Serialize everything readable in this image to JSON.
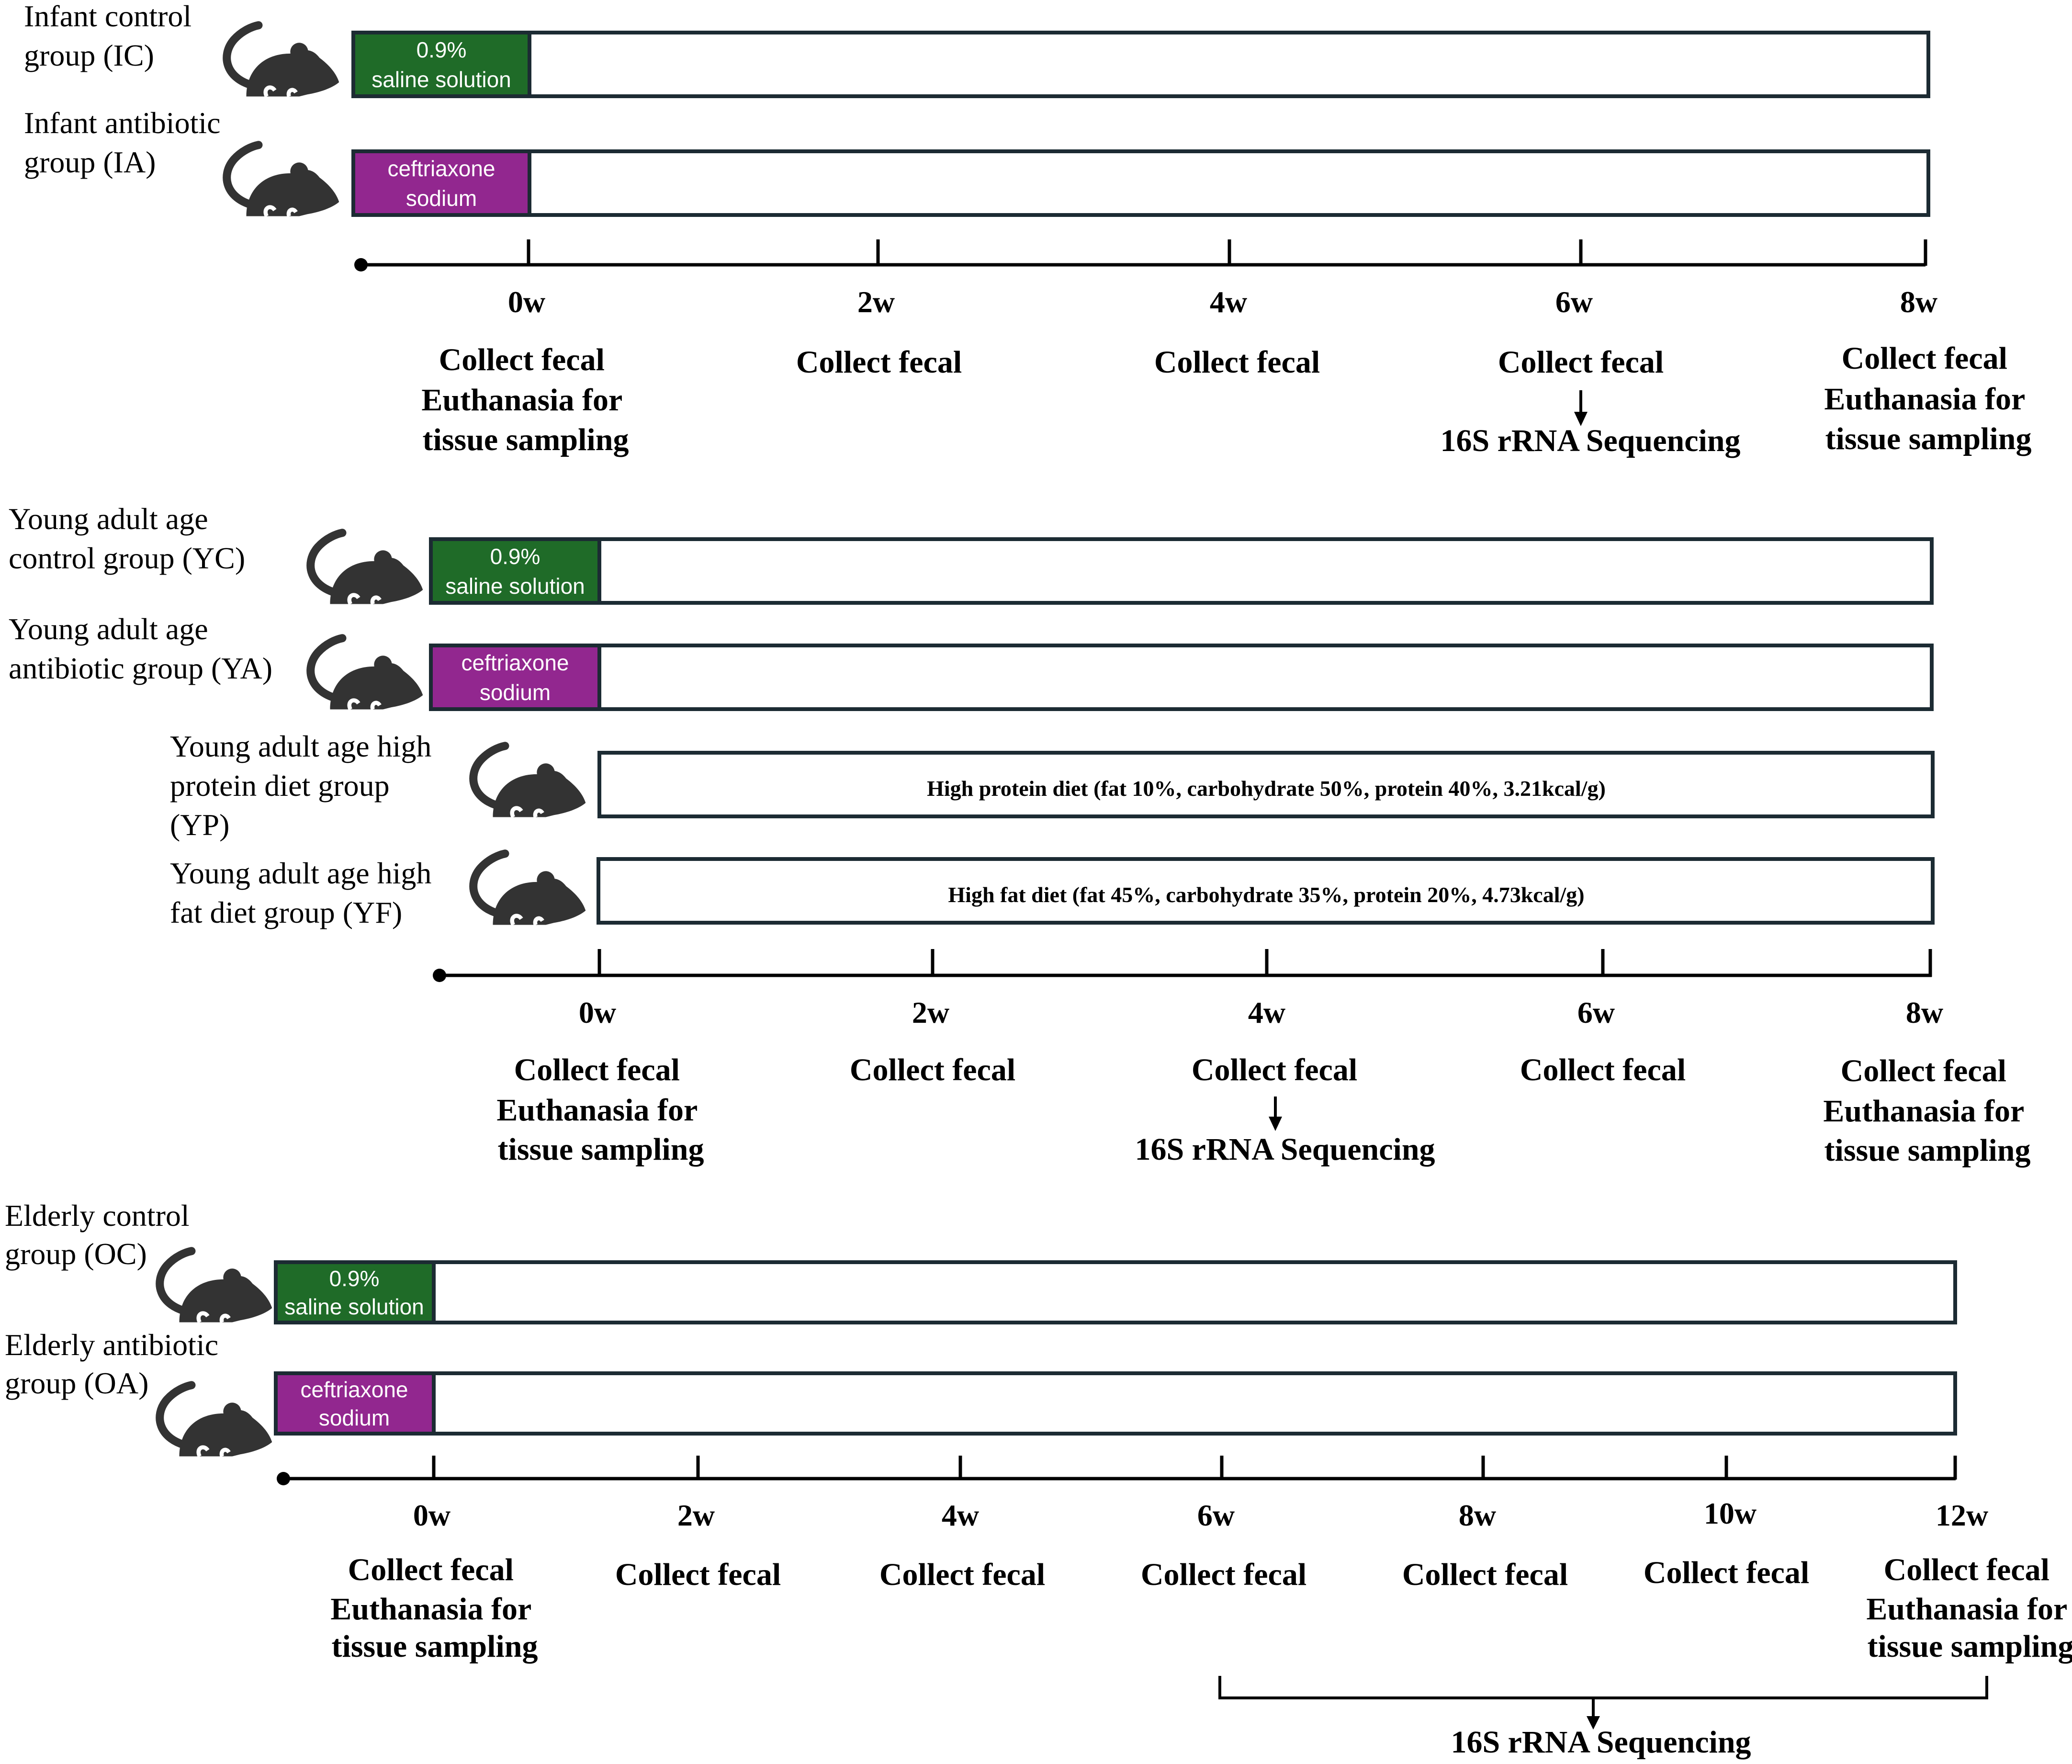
{
  "colors": {
    "saline": "#1f6b28",
    "antibiotic": "#92278f",
    "mouse": "#333333",
    "stroke": "#1c2b33"
  },
  "icon": "mouse-icon",
  "infant": {
    "ic_label": [
      "Infant control",
      "group (IC)"
    ],
    "ia_label": [
      "Infant antibiotic",
      "group (IA)"
    ],
    "saline": [
      "0.9%",
      "saline solution"
    ],
    "antibiotic": [
      "ceftriaxone",
      "sodium"
    ],
    "ticks": [
      "0w",
      "2w",
      "4w",
      "6w",
      "8w"
    ],
    "ann_0": [
      "Collect fecal",
      "Euthanasia for",
      "tissue sampling"
    ],
    "ann_2": "Collect fecal",
    "ann_4": "Collect fecal",
    "ann_6": "Collect fecal",
    "seq_6": "16S rRNA Sequencing",
    "ann_8": [
      "Collect fecal",
      "Euthanasia for",
      "tissue sampling"
    ]
  },
  "young": {
    "yc_label": [
      "Young adult age",
      "control group (YC)"
    ],
    "ya_label": [
      "Young adult age",
      "antibiotic group (YA)"
    ],
    "yp_label": [
      "Young adult age high",
      "protein diet  group",
      "(YP)"
    ],
    "yf_label": [
      "Young adult age high",
      "fat diet  group (YF)"
    ],
    "saline": [
      "0.9%",
      "saline solution"
    ],
    "antibiotic": [
      "ceftriaxone",
      "sodium"
    ],
    "protein_diet": "High protein diet (fat 10%, carbohydrate 50%, protein 40%, 3.21kcal/g)",
    "fat_diet": "High fat diet (fat 45%, carbohydrate 35%, protein 20%, 4.73kcal/g)",
    "ticks": [
      "0w",
      "2w",
      "4w",
      "6w",
      "8w"
    ],
    "ann_0": [
      "Collect fecal",
      "Euthanasia for",
      "tissue sampling"
    ],
    "ann_2": "Collect fecal",
    "ann_4": "Collect fecal",
    "seq_4": "16S rRNA Sequencing",
    "ann_6": "Collect fecal",
    "ann_8": [
      "Collect fecal",
      "Euthanasia for",
      "tissue sampling"
    ]
  },
  "elderly": {
    "oc_label": [
      "Elderly control",
      "group (OC)"
    ],
    "oa_label": [
      "Elderly antibiotic",
      "group (OA)"
    ],
    "saline": [
      "0.9%",
      "saline solution"
    ],
    "antibiotic": [
      "ceftriaxone",
      "sodium"
    ],
    "ticks": [
      "0w",
      "2w",
      "4w",
      "6w",
      "8w",
      "10w",
      "12w"
    ],
    "ann_0": [
      "Collect fecal",
      "Euthanasia for",
      "tissue sampling"
    ],
    "ann_2": "Collect fecal",
    "ann_4": "Collect fecal",
    "ann_6": "Collect fecal",
    "ann_8": "Collect fecal",
    "ann_10": "Collect fecal",
    "ann_12": [
      "Collect fecal",
      "Euthanasia for",
      "tissue sampling"
    ],
    "seq_bracket": "16S rRNA Sequencing"
  }
}
